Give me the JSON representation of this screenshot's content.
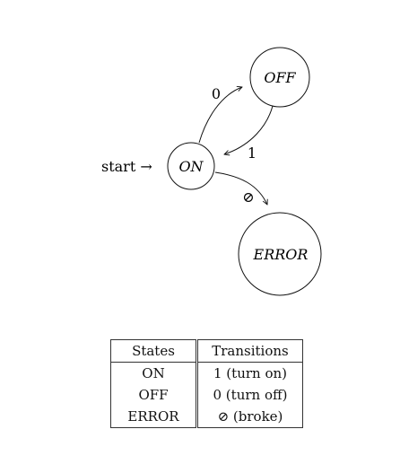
{
  "diagram": {
    "start_label": "start →",
    "states": {
      "on": "ON",
      "off": "OFF",
      "error": "ERROR"
    },
    "transitions": {
      "on_to_off": "0",
      "off_to_on": "1",
      "on_to_error": "⊘"
    }
  },
  "table": {
    "headers": [
      "States",
      "Transitions"
    ],
    "rows": [
      [
        "ON",
        "1 (turn on)"
      ],
      [
        "OFF",
        "0 (turn off)"
      ],
      [
        "ERROR",
        "⊘ (broke)"
      ]
    ]
  }
}
